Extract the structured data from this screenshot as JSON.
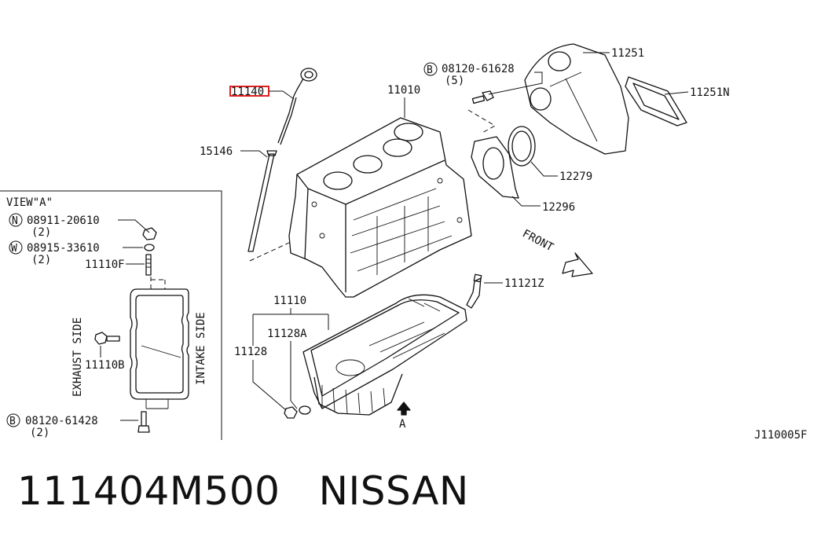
{
  "callouts": {
    "dipstick": "11140",
    "guide": "15146",
    "block": "11010",
    "bolt_b1": "08120-61628",
    "bolt_b1_qty": "(5)",
    "plate": "11251",
    "plate_n": "11251N",
    "seal": "12279",
    "retainer": "12296",
    "sensor": "11121Z",
    "pan_group": "11110",
    "gasket_a": "11128A",
    "plug": "11128",
    "arrow_a": "A",
    "front": "FRONT",
    "diagram_id": "J110005F"
  },
  "view": {
    "title": "VIEW\"A\"",
    "nut": "08911-20610",
    "nut_qty": "(2)",
    "washer": "08915-33610",
    "washer_qty": "(2)",
    "stud_f": "11110F",
    "bolt_b": "11110B",
    "bolt2": "08120-61428",
    "bolt2_qty": "(2)",
    "exhaust": "EXHAUST SIDE",
    "intake": "INTAKE SIDE",
    "mark_n": "N",
    "mark_w": "W",
    "mark_b": "B"
  },
  "footer": {
    "part_number": "111404M500",
    "brand": "NISSAN"
  },
  "colors": {
    "highlight": "#e02020",
    "ink": "#111111"
  }
}
